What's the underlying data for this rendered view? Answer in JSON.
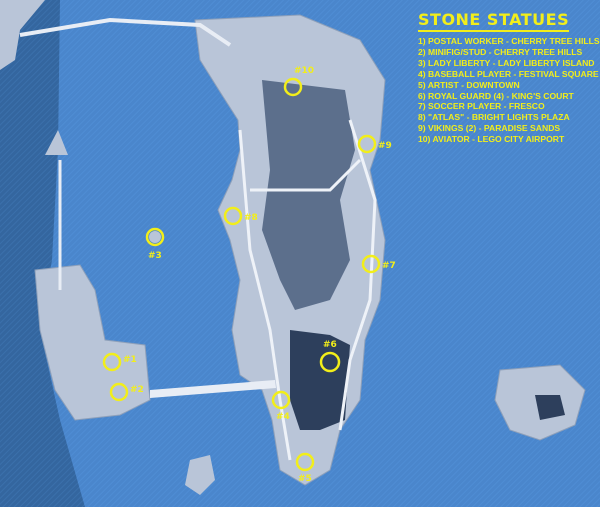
{
  "legend": {
    "title": "STONE STATUES",
    "items": [
      "1) POSTAL WORKER - CHERRY TREE HILLS",
      "2) MINIFIG/STUD - CHERRY TREE HILLS",
      "3) LADY LIBERTY - LADY LIBERTY ISLAND",
      "4) BASEBALL PLAYER - FESTIVAL SQUARE",
      "5) ARTIST - DOWNTOWN",
      "6) ROYAL GUARD (4) - KING'S COURT",
      "7) SOCCER PLAYER - FRESCO",
      "8) \"ATLAS\" - BRIGHT LIGHTS PLAZA",
      "9) VIKINGS (2) - PARADISE SANDS",
      "10) AVIATOR - LEGO CITY AIRPORT"
    ]
  },
  "markers": [
    "#1",
    "#2",
    "#3",
    "#4",
    "#5",
    "#6",
    "#7",
    "#8",
    "#9",
    "#10"
  ],
  "colors": {
    "water": "#4a86cc",
    "land": "#b9c5d8",
    "dark": "#2d3f5c",
    "road": "#eef2f8",
    "marker": "#f2ee1a"
  }
}
